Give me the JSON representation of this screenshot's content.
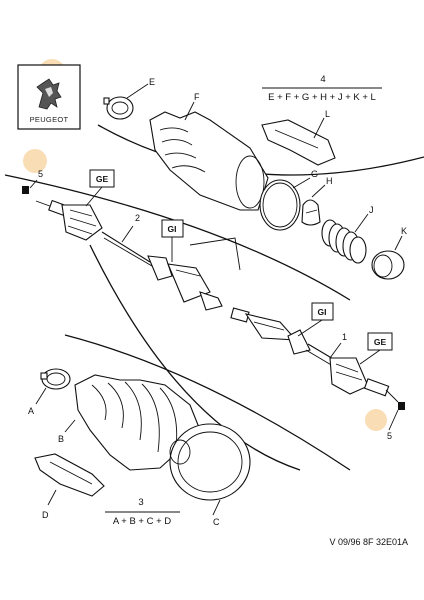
{
  "brand": {
    "name": "PEUGEOT",
    "logo_icon": "peugeot-lion-logo"
  },
  "highlight_color": "#f9ddb4",
  "kits": [
    {
      "number": "4",
      "formula": "E + F + G + H + J + K + L"
    },
    {
      "number": "3",
      "formula": "A + B + C + D"
    }
  ],
  "part_labels": {
    "A": "A",
    "B": "B",
    "C": "C",
    "D": "D",
    "E": "E",
    "F": "F",
    "G": "G",
    "H": "H",
    "J": "J",
    "K": "K",
    "L": "L",
    "n1": "1",
    "n2": "2",
    "n5a": "5",
    "n5b": "5"
  },
  "boxed_labels": {
    "ge_left": "GE",
    "gi_left": "GI",
    "gi_right": "GI",
    "ge_right": "GE"
  },
  "reference": "V 09/96 8F 32E01A"
}
